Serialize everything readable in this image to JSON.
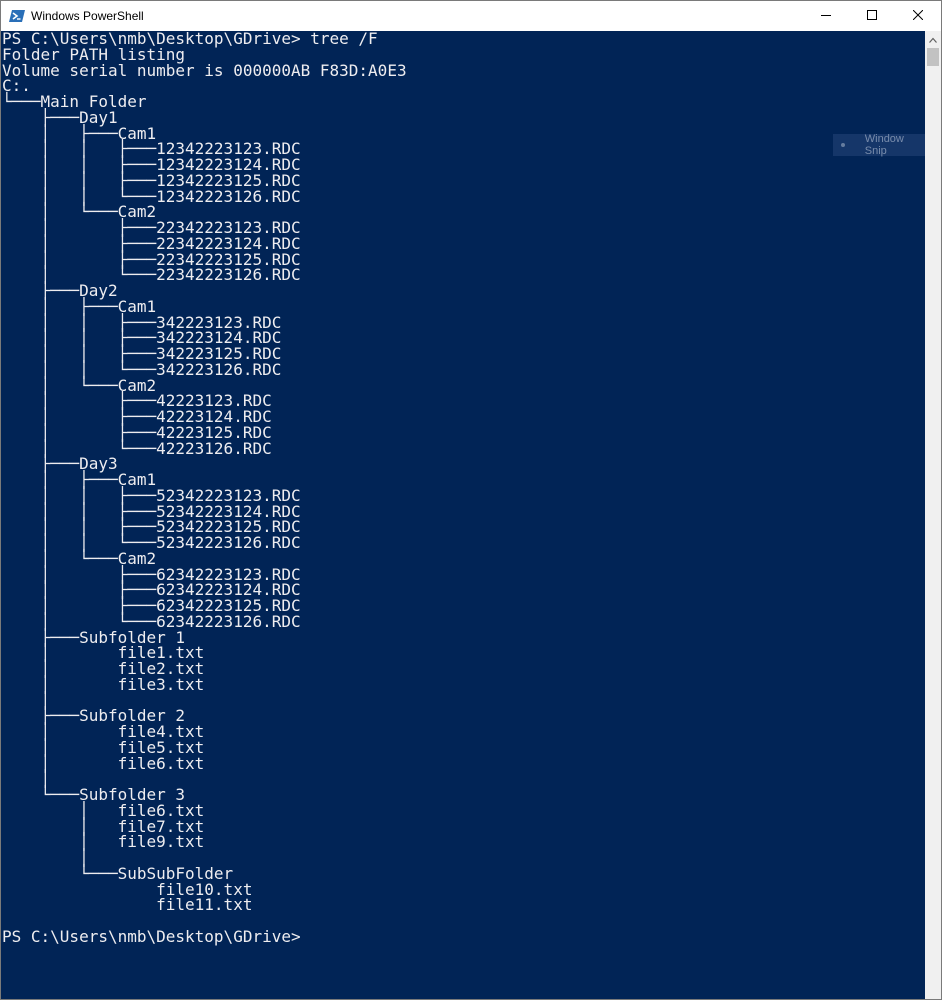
{
  "window": {
    "title": "Windows PowerShell",
    "icon": "powershell-icon",
    "controls": [
      "minimize-icon",
      "maximize-icon",
      "close-icon"
    ]
  },
  "overlay": {
    "snip_label": "Window Snip"
  },
  "console": {
    "lines": [
      "PS C:\\Users\\nmb\\Desktop\\GDrive> tree /F",
      "Folder PATH listing",
      "Volume serial number is 000000AB F83D:A0E3",
      "C:.",
      "└───Main Folder",
      "    ├───Day1",
      "    │   ├───Cam1",
      "    │   │   ├───12342223123.RDC",
      "    │   │   ├───12342223124.RDC",
      "    │   │   ├───12342223125.RDC",
      "    │   │   └───12342223126.RDC",
      "    │   └───Cam2",
      "    │       ├───22342223123.RDC",
      "    │       ├───22342223124.RDC",
      "    │       ├───22342223125.RDC",
      "    │       └───22342223126.RDC",
      "    ├───Day2",
      "    │   ├───Cam1",
      "    │   │   ├───342223123.RDC",
      "    │   │   ├───342223124.RDC",
      "    │   │   ├───342223125.RDC",
      "    │   │   └───342223126.RDC",
      "    │   └───Cam2",
      "    │       ├───42223123.RDC",
      "    │       ├───42223124.RDC",
      "    │       ├───42223125.RDC",
      "    │       └───42223126.RDC",
      "    ├───Day3",
      "    │   ├───Cam1",
      "    │   │   ├───52342223123.RDC",
      "    │   │   ├───52342223124.RDC",
      "    │   │   ├───52342223125.RDC",
      "    │   │   └───52342223126.RDC",
      "    │   └───Cam2",
      "    │       ├───62342223123.RDC",
      "    │       ├───62342223124.RDC",
      "    │       ├───62342223125.RDC",
      "    │       └───62342223126.RDC",
      "    ├───Subfolder 1",
      "    │       file1.txt",
      "    │       file2.txt",
      "    │       file3.txt",
      "    │",
      "    ├───Subfolder 2",
      "    │       file4.txt",
      "    │       file5.txt",
      "    │       file6.txt",
      "    │",
      "    └───Subfolder 3",
      "        │   file6.txt",
      "        │   file7.txt",
      "        │   file9.txt",
      "        │",
      "        └───SubSubFolder",
      "                file10.txt",
      "                file11.txt",
      "",
      "PS C:\\Users\\nmb\\Desktop\\GDrive>"
    ]
  },
  "colors": {
    "console_bg": "#012456",
    "console_fg": "#eeedf0",
    "titlebar_bg": "#ffffff"
  }
}
